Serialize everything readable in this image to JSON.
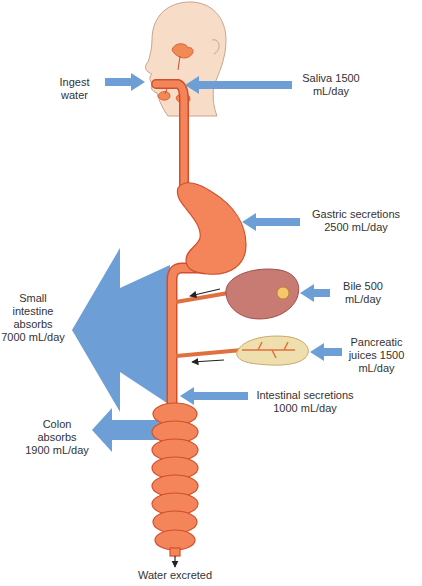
{
  "diagram": {
    "labels": [
      "Ingest water",
      "Saliva 1500 mL/day",
      "Gastric secretions 2500 mL/day",
      "Bile 500 mL/day",
      "Small intestine absorbs 7000 mL/day",
      "Pancreatic juices 1500 mL/day",
      "Intestinal secretions 1000 mL/day",
      "Colon absorbs 1900 mL/day",
      "Water excreted"
    ]
  }
}
